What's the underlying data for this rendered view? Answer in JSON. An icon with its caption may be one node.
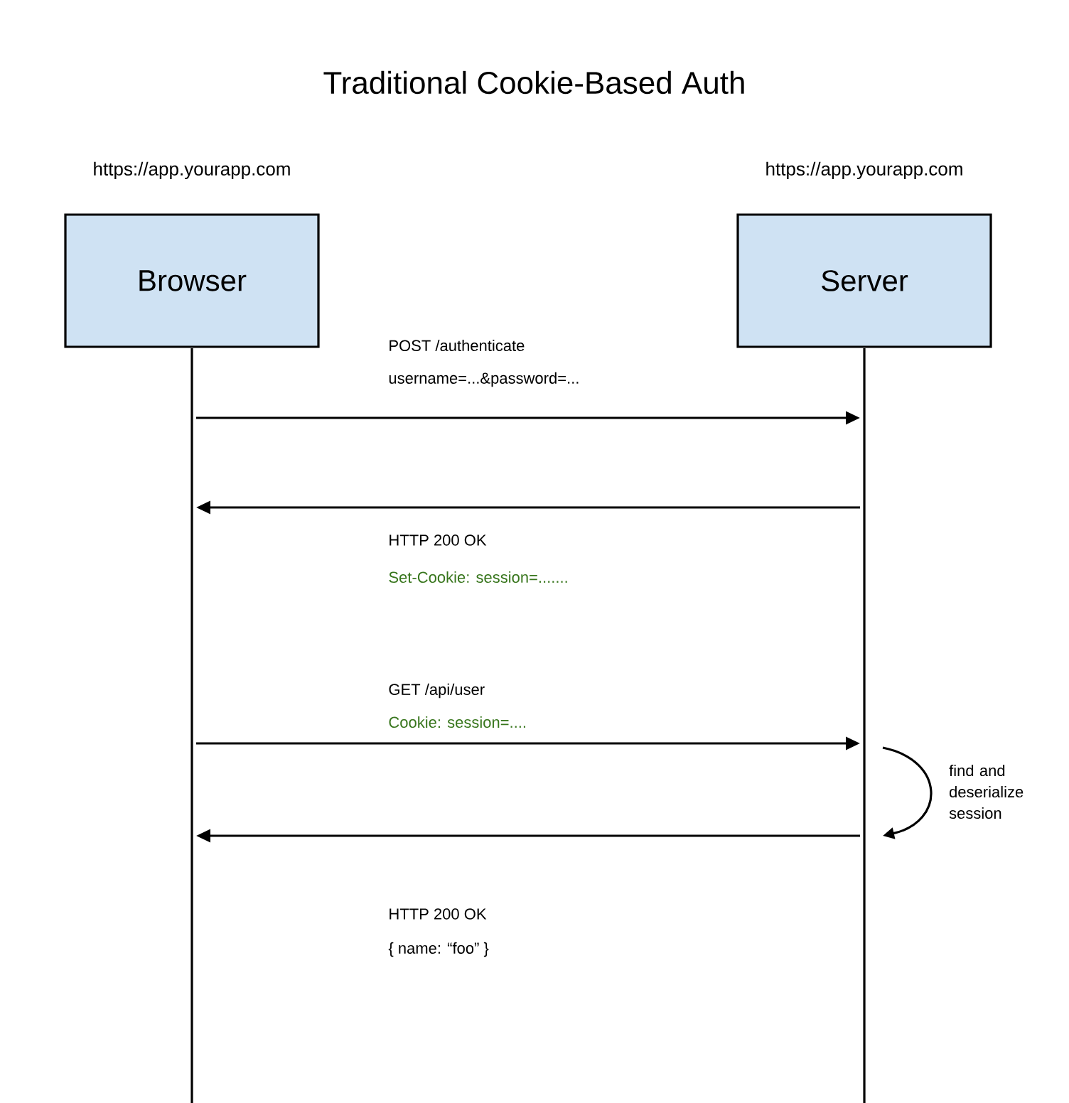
{
  "diagram": {
    "title": "Traditional Cookie-Based Auth",
    "nodes": [
      {
        "text": [
          "Browser"
        ],
        "beside": [
          "https://app.yourapp.com"
        ]
      },
      {
        "text": [
          "Server"
        ],
        "beside": [
          "https://app.yourapp.com"
        ]
      }
    ],
    "edges": [
      {
        "from": 0,
        "to": 1,
        "arrow": "to",
        "label": "username=...&password=..."
      },
      {
        "from": 1,
        "to": 0,
        "arrow": "to",
        "label": "HTTP 200 OK"
      },
      {
        "from": 0,
        "to": 1,
        "arrow": "to",
        "label": "Cookie: session=...."
      },
      {
        "from": 1,
        "to": 0,
        "arrow": "to",
        "label": "HTTP 200 OK"
      }
    ],
    "labels": [
      "POST /authenticate",
      "Set-Cookie: session=.......",
      "GET /api/user",
      "{ name: “foo” }",
      "find and deserialize session"
    ]
  }
}
